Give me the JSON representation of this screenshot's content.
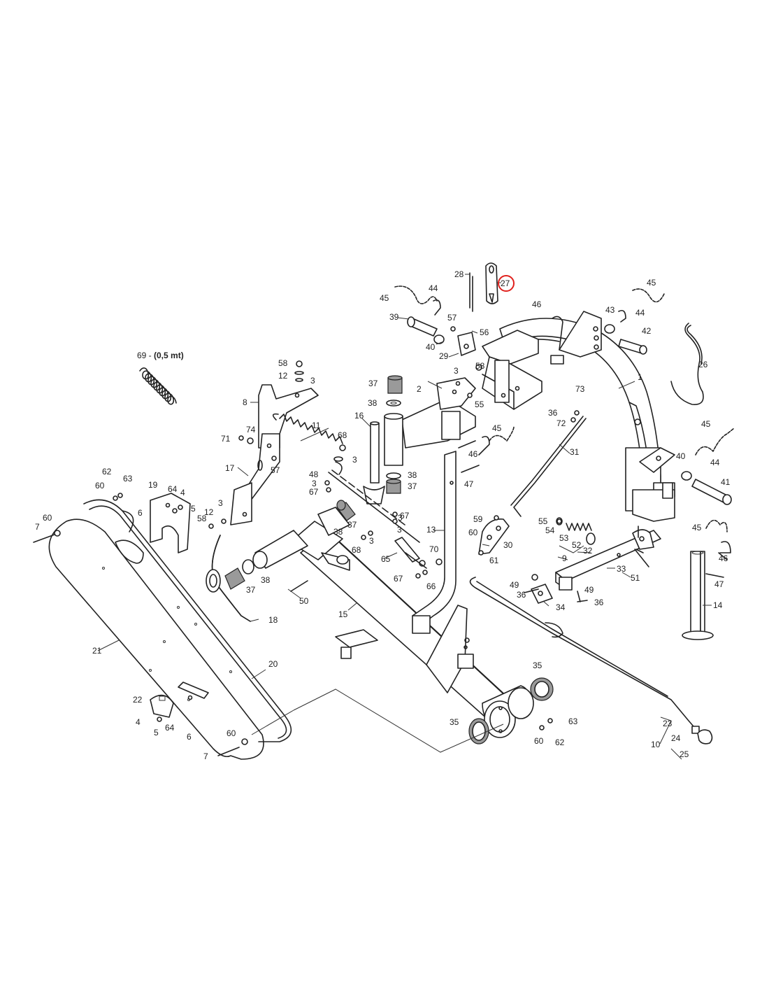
{
  "diagram": {
    "highlight_color": "#e0201c",
    "line_color": "#222222",
    "callouts": {
      "c1": "1",
      "c2": "2",
      "c3": "3",
      "c4": "4",
      "c5": "5",
      "c6": "6",
      "c7": "7",
      "c8": "8",
      "c9": "9",
      "c10": "10",
      "c11": "11",
      "c12": "12",
      "c13": "13",
      "c14": "14",
      "c15": "15",
      "c16": "16",
      "c17": "17",
      "c18": "18",
      "c19": "19",
      "c20": "20",
      "c21": "21",
      "c22": "22",
      "c23": "23",
      "c24": "24",
      "c25": "25",
      "c26": "26",
      "c27": "27",
      "c28": "28",
      "c29": "29",
      "c30": "30",
      "c31": "31",
      "c32": "32",
      "c33": "33",
      "c34": "34",
      "c35": "35",
      "c36": "36",
      "c37": "37",
      "c38": "38",
      "c39": "39",
      "c40": "40",
      "c41": "41",
      "c42": "42",
      "c43": "43",
      "c44": "44",
      "c45": "45",
      "c46": "46",
      "c47": "47",
      "c48": "48",
      "c49": "49",
      "c50": "50",
      "c51": "51",
      "c52": "52",
      "c53": "53",
      "c54": "54",
      "c55": "55",
      "c56": "56",
      "c57": "57",
      "c58": "58",
      "c59": "59",
      "c60": "60",
      "c61": "61",
      "c62": "62",
      "c63": "63",
      "c64": "64",
      "c65": "65",
      "c66": "66",
      "c67": "67",
      "c68": "68",
      "c69": "69 - ",
      "c70": "70",
      "c71": "71",
      "c72": "72",
      "c73": "73",
      "c74": "74"
    },
    "spring_note": "(0,5 mt)"
  }
}
